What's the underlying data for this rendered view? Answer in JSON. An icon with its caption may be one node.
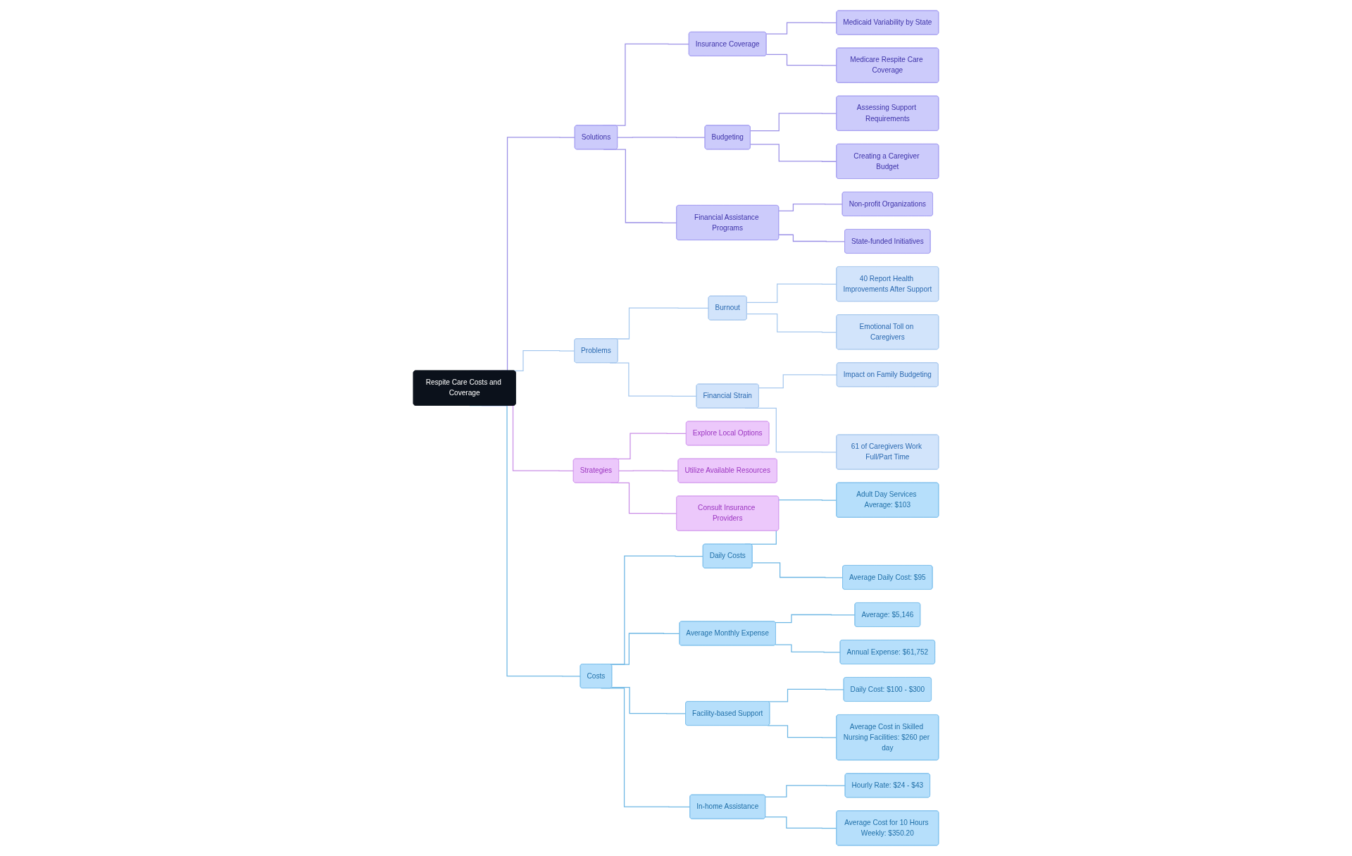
{
  "diagram": {
    "nodes": [
      {
        "text": [
          "Respite Care Costs and Coverage"
        ]
      },
      {
        "text": [
          "Solutions"
        ]
      },
      {
        "text": [
          "Insurance Coverage"
        ]
      },
      {
        "text": [
          "Medicaid Variability by State"
        ]
      },
      {
        "text": [
          "Medicare Respite Care Coverage"
        ]
      },
      {
        "text": [
          "Budgeting"
        ]
      },
      {
        "text": [
          "Assessing Support Requirements"
        ]
      },
      {
        "text": [
          "Creating a Caregiver Budget"
        ]
      },
      {
        "text": [
          "Financial Assistance Programs"
        ]
      },
      {
        "text": [
          "Non-profit Organizations"
        ]
      },
      {
        "text": [
          "State-funded Initiatives"
        ]
      },
      {
        "text": [
          "Problems"
        ]
      },
      {
        "text": [
          "Burnout"
        ]
      },
      {
        "text": [
          "40 Report Health Improvements After Support"
        ]
      },
      {
        "text": [
          "Emotional Toll on Caregivers"
        ]
      },
      {
        "text": [
          "Financial Strain"
        ]
      },
      {
        "text": [
          "Impact on Family Budgeting"
        ]
      },
      {
        "text": [
          "61 of Caregivers Work Full/Part Time"
        ]
      },
      {
        "text": [
          "Strategies"
        ]
      },
      {
        "text": [
          "Explore Local Options"
        ]
      },
      {
        "text": [
          "Utilize Available Resources"
        ]
      },
      {
        "text": [
          "Consult Insurance Providers"
        ]
      },
      {
        "text": [
          "Costs"
        ]
      },
      {
        "text": [
          "Daily Costs"
        ]
      },
      {
        "text": [
          "Adult Day Services Average: $103"
        ]
      },
      {
        "text": [
          "Average Daily Cost: $95"
        ]
      },
      {
        "text": [
          "Average Monthly Expense"
        ]
      },
      {
        "text": [
          "Average: $5,146"
        ]
      },
      {
        "text": [
          "Annual Expense: $61,752"
        ]
      },
      {
        "text": [
          "Facility-based Support"
        ]
      },
      {
        "text": [
          "Daily Cost: $100 - $300"
        ]
      },
      {
        "text": [
          "Average Cost in Skilled Nursing Facilities: $260 per day"
        ]
      },
      {
        "text": [
          "In-home Assistance"
        ]
      },
      {
        "text": [
          "Hourly Rate: $24 - $43"
        ]
      },
      {
        "text": [
          "Average Cost for 10 Hours Weekly: $350.20"
        ]
      }
    ],
    "edges": [
      {
        "from": 0,
        "to": 1,
        "arrow": "none",
        "color": "#9a8fe6"
      },
      {
        "from": 1,
        "to": 2,
        "arrow": "none",
        "color": "#9a8fe6"
      },
      {
        "from": 2,
        "to": 3,
        "arrow": "none",
        "color": "#9a8fe6"
      },
      {
        "from": 2,
        "to": 4,
        "arrow": "none",
        "color": "#9a8fe6"
      },
      {
        "from": 1,
        "to": 5,
        "arrow": "none",
        "color": "#9a8fe6"
      },
      {
        "from": 5,
        "to": 6,
        "arrow": "none",
        "color": "#9a8fe6"
      },
      {
        "from": 5,
        "to": 7,
        "arrow": "none",
        "color": "#9a8fe6"
      },
      {
        "from": 1,
        "to": 8,
        "arrow": "none",
        "color": "#9a8fe6"
      },
      {
        "from": 8,
        "to": 9,
        "arrow": "none",
        "color": "#9a8fe6"
      },
      {
        "from": 8,
        "to": 10,
        "arrow": "none",
        "color": "#9a8fe6"
      },
      {
        "from": 0,
        "to": 11,
        "arrow": "none",
        "color": "#a6c8ee"
      },
      {
        "from": 11,
        "to": 12,
        "arrow": "none",
        "color": "#a6c8ee"
      },
      {
        "from": 12,
        "to": 13,
        "arrow": "none",
        "color": "#a6c8ee"
      },
      {
        "from": 12,
        "to": 14,
        "arrow": "none",
        "color": "#a6c8ee"
      },
      {
        "from": 11,
        "to": 15,
        "arrow": "none",
        "color": "#a6c8ee"
      },
      {
        "from": 15,
        "to": 16,
        "arrow": "none",
        "color": "#a6c8ee"
      },
      {
        "from": 15,
        "to": 17,
        "arrow": "none",
        "color": "#a6c8ee"
      },
      {
        "from": 0,
        "to": 18,
        "arrow": "none",
        "color": "#c98de6"
      },
      {
        "from": 18,
        "to": 19,
        "arrow": "none",
        "color": "#c98de6"
      },
      {
        "from": 18,
        "to": 20,
        "arrow": "none",
        "color": "#c98de6"
      },
      {
        "from": 18,
        "to": 21,
        "arrow": "none",
        "color": "#c98de6"
      },
      {
        "from": 0,
        "to": 22,
        "arrow": "none",
        "color": "#6cb6e4"
      },
      {
        "from": 22,
        "to": 23,
        "arrow": "none",
        "color": "#6cb6e4"
      },
      {
        "from": 23,
        "to": 24,
        "arrow": "none",
        "color": "#6cb6e4"
      },
      {
        "from": 23,
        "to": 25,
        "arrow": "none",
        "color": "#6cb6e4"
      },
      {
        "from": 22,
        "to": 26,
        "arrow": "none",
        "color": "#6cb6e4"
      },
      {
        "from": 26,
        "to": 27,
        "arrow": "none",
        "color": "#6cb6e4"
      },
      {
        "from": 26,
        "to": 28,
        "arrow": "none",
        "color": "#6cb6e4"
      },
      {
        "from": 22,
        "to": 29,
        "arrow": "none",
        "color": "#6cb6e4"
      },
      {
        "from": 29,
        "to": 30,
        "arrow": "none",
        "color": "#6cb6e4"
      },
      {
        "from": 29,
        "to": 31,
        "arrow": "none",
        "color": "#6cb6e4"
      },
      {
        "from": 22,
        "to": 32,
        "arrow": "none",
        "color": "#6cb6e4"
      },
      {
        "from": 32,
        "to": 33,
        "arrow": "none",
        "color": "#6cb6e4"
      },
      {
        "from": 32,
        "to": 34,
        "arrow": "none",
        "color": "#6cb6e4"
      }
    ]
  }
}
